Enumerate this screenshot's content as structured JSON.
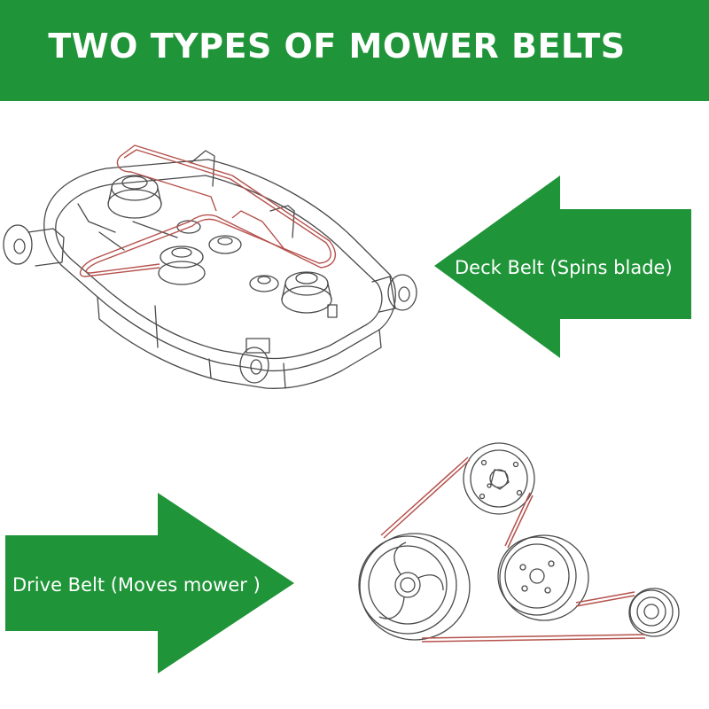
{
  "header": {
    "title": "TWO TYPES OF MOWER BELTS"
  },
  "colors": {
    "banner_green": "#1f9438",
    "arrow_green": "#1f9438",
    "belt_red": "#b5524c",
    "line_art": "#4a4a4a"
  },
  "callouts": {
    "deck_belt": {
      "label": "Deck Belt (Spins blade)",
      "arrow_direction": "left"
    },
    "drive_belt": {
      "label": "Drive Belt (Moves mower )",
      "arrow_direction": "right"
    }
  },
  "illustrations": {
    "deck": "mower-deck-line-drawing",
    "drive": "drive-pulley-line-drawing"
  }
}
